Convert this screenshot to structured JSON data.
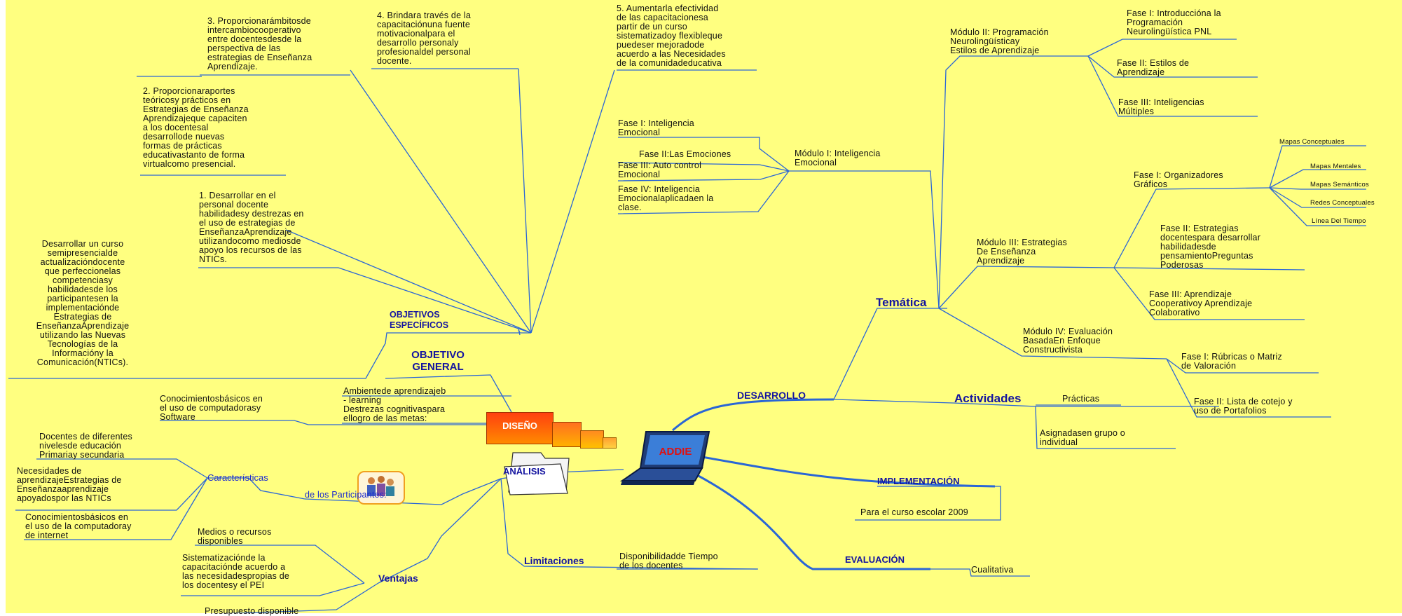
{
  "center": {
    "label": "ADDIE",
    "accent": "#e01010"
  },
  "colors": {
    "background": "#ffff80",
    "line": "#2a66d6",
    "heading": "#1414a0"
  },
  "objetivos": {
    "general_heading": "OBJETIVO\nGENERAL",
    "general_text": "Desarrollar un curso\nsemipresencialde\nactualizacióndocente\nque perfeccionelas\ncompetenciasy\nhabilidadesde los\nparticipantesen la\nimplementaciónde\nEstrategias de\nEnseñanzaAprendizaje\nutilizando las Nuevas\nTecnologías de la\nInformacióny la\nComunicación(NTICs).",
    "especificos_heading": "OBJETIVOS\nESPECÍFICOS",
    "items": [
      "1. Desarrollar en el\npersonal docente\nhabilidadesy destrezas en\nel uso de estrategias de\nEnseñanzaAprendizaje\nutilizandocomo mediosde\napoyo los recursos de las\nNTICs.",
      "2. Proporcionaraportes\nteóricosy prácticos en\nEstrategias de Enseñanza\nAprendizajeque capaciten\na los docentesal\ndesarrollode nuevas\nformas de prácticas\neducativastanto de forma\nvirtualcomo presencial.",
      "3. Proporcionarámbitosde\nintercambiocooperativo\nentre docentesdesde la\nperspectiva de las\nestrategias de Enseñanza\nAprendizaje.",
      "4. Brindara través de la\ncapacitaciónuna fuente\nmotivacionalpara el\ndesarrollo personaly\nprofesionaldel personal\ndocente.",
      "5. Aumentarla efectividad\nde las capacitacionesa\npartir de un curso\nsistematizadoy flexibleque\npuedeser mejoradode\nacuerdo a las Necesidades\nde la comunidadeducativa"
    ]
  },
  "diseno": {
    "label": "DISEÑO",
    "items": [
      "Ambientede aprendizajeb\n- learning",
      "Destrezas cognitivaspara\nellogro de las metas:",
      "Conocimientosbásicos en\nel uso de computadorasy\nSoftware"
    ]
  },
  "analisis": {
    "label": "ANÁLISIS",
    "caracteristicas": "Características",
    "participantes": "de los Participantes:",
    "caract_items": [
      "Docentes de diferentes\nnivelesde educación\nPrimariay secundaria",
      "Necesidades de\naprendizajeEstrategias de\nEnseñanzaaprendizaje\napoyadospor las NTICs",
      "Conocimientosbásicos en\nel uso de la computadoray\nde internet"
    ],
    "ventajas": "Ventajas",
    "ventajas_items": [
      "Medios o recursos\ndisponibles",
      "Sistematizaciónde la\ncapacitaciónde acuerdo a\nlas necesidadespropias de\nlos docentesy el PEI",
      "Presupuesto disponible"
    ],
    "limitaciones": "Limitaciones",
    "limitaciones_item": "Disponibilidadde Tiempo\nde los docentes"
  },
  "desarrollo": {
    "label": "DESARROLLO",
    "tematica": "Temática",
    "modulo1": {
      "title": "Módulo I: Inteligencia\nEmocional",
      "fases": [
        "Fase I: Inteligencia\nEmocional",
        "Fase II:Las Emociones",
        "Fase III: Auto control\nEmocional",
        "Fase IV: Inteligencia\nEmocionalaplicadaen la\nclase."
      ]
    },
    "modulo2": {
      "title": "Módulo II: Programación\nNeurolingüísticay\nEstilos de Aprendizaje",
      "fases": [
        "Fase I: Introduccióna la\nProgramación\nNeurolingüística PNL",
        "Fase II: Estilos de\nAprendizaje",
        "Fase III: Inteligencias\nMúltiples"
      ]
    },
    "modulo3": {
      "title": "Módulo III: Estrategias\nDe Enseñanza\nAprendizaje",
      "fase1": "Fase I: Organizadores\nGráficos",
      "organizadores": [
        "Mapas Conceptuales",
        "Mapas Mentales",
        "Mapas Semánticos",
        "Redes Conceptuales",
        "Línea Del Tiempo"
      ],
      "fase2": "Fase II: Estrategias\ndocentespara desarrollar\nhabilidadesde\npensamientoPreguntas\nPoderosas",
      "fase3": "Fase III: Aprendizaje\nCooperativoy Aprendizaje\nColaborativo"
    },
    "modulo4": {
      "title": "Módulo IV: Evaluación\nBasadaEn Enfoque\nConstructivista",
      "fases": [
        "Fase I: Rúbricas o Matriz\nde Valoración",
        "Fase II: Lista de cotejo y\nuso de Portafolios"
      ]
    },
    "actividades": "Actividades",
    "act_items": [
      "Prácticas",
      "Asignadasen grupo o\nindividual"
    ]
  },
  "implementacion": {
    "label": "IMPLEMENTACIÓN",
    "item": "Para el curso escolar 2009"
  },
  "evaluacion": {
    "label": "EVALUACIÓN",
    "item": "Cualitativa"
  }
}
